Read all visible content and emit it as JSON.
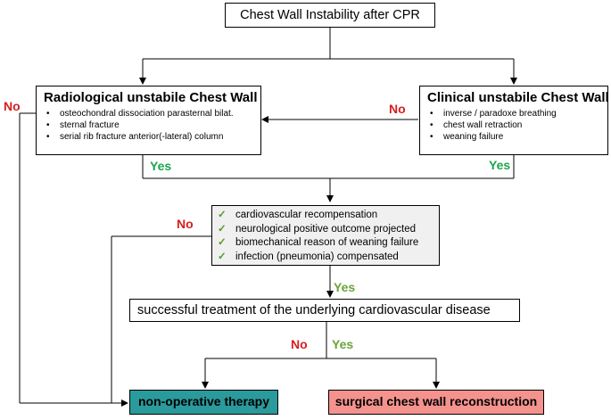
{
  "top_box": {
    "title": "Chest Wall Instability after CPR"
  },
  "radiological": {
    "heading": "Radiological unstabile Chest Wall",
    "items": [
      "osteochondral dissociation parasternal bilat.",
      "sternal fracture",
      "serial rib fracture anterior(-lateral) column"
    ]
  },
  "clinical": {
    "heading": "Clinical unstabile Chest Wall",
    "items": [
      "inverse / paradoxe breathing",
      "chest wall retraction",
      "weaning failure"
    ]
  },
  "checklist": {
    "items": [
      "cardiovascular recompensation",
      "neurological positive outcome projected",
      "biomechanical reason of weaning failure",
      "infection (pneumonia) compensated"
    ],
    "background": "#f0f0f0",
    "check_color": "#5a9a2f"
  },
  "treatment": {
    "text": "successful treatment of the underlying cardiovascular disease"
  },
  "outcomes": {
    "non_operative": {
      "label": "non-operative therapy",
      "color": "#2a9a9c"
    },
    "surgical": {
      "label": "surgical chest wall reconstruction",
      "color": "#f4928e"
    }
  },
  "decisions": {
    "no_left": "No",
    "no_clinical": "No",
    "yes_radiological": "Yes",
    "yes_clinical": "Yes",
    "no_checklist": "No",
    "yes_checklist": "Yes",
    "no_treatment": "No",
    "yes_treatment": "Yes"
  },
  "colors": {
    "no": "#d81e1e",
    "yes": "#1aa64a",
    "yes_lower": "#6aa33a"
  }
}
